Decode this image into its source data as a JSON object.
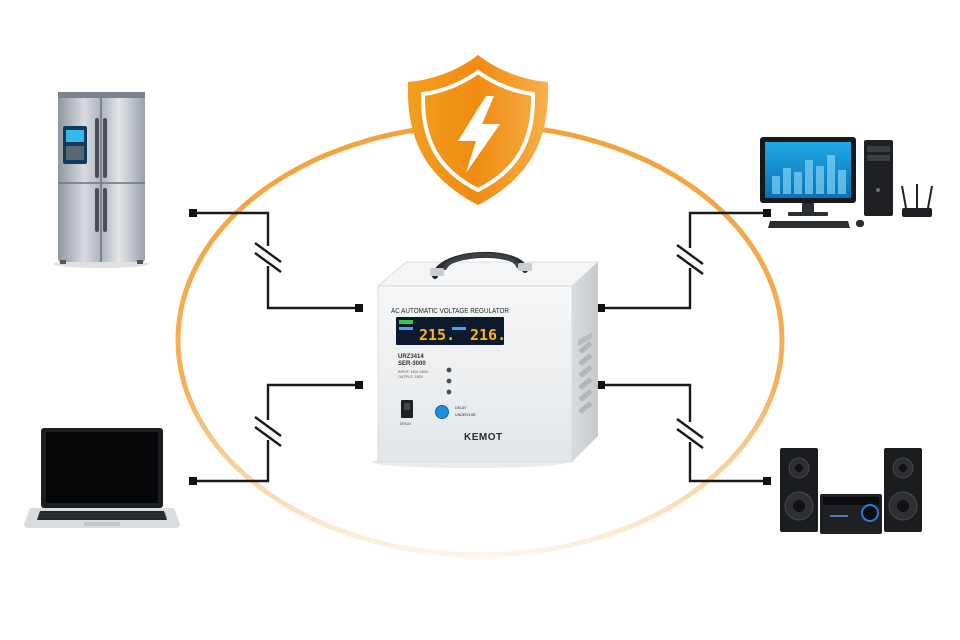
{
  "colors": {
    "shield": "#F29A1F",
    "shield_dark": "#E0861A",
    "ring": "#F2A23C",
    "wire": "#1a1a1a",
    "display_bg": "#0c1a2e",
    "display_digits": "#FFB21A",
    "regulator_body": "#EEF0F2",
    "regulator_power_button": "#1E90D8"
  },
  "icons": {
    "shield": "lightning-bolt-shield-icon",
    "fridge": "refrigerator-icon",
    "laptop": "laptop-icon",
    "desktop": "desktop-computer-icon",
    "router": "wifi-router-icon",
    "speakers": "stereo-system-icon"
  },
  "regulator": {
    "title": "AC AUTOMATIC VOLTAGE REGULATOR",
    "input_reading": "215.",
    "output_reading": "216.",
    "model_code": "URZ3414",
    "model_name": "SER-3000",
    "spec_line_1": "INPUT: 140V-260V",
    "spec_line_2": "OUTPUT: 230V",
    "delay_label": "DELAY",
    "under_label": "UNDER/LSB",
    "brand": "KEMOT",
    "switch_label": "BREAK"
  }
}
